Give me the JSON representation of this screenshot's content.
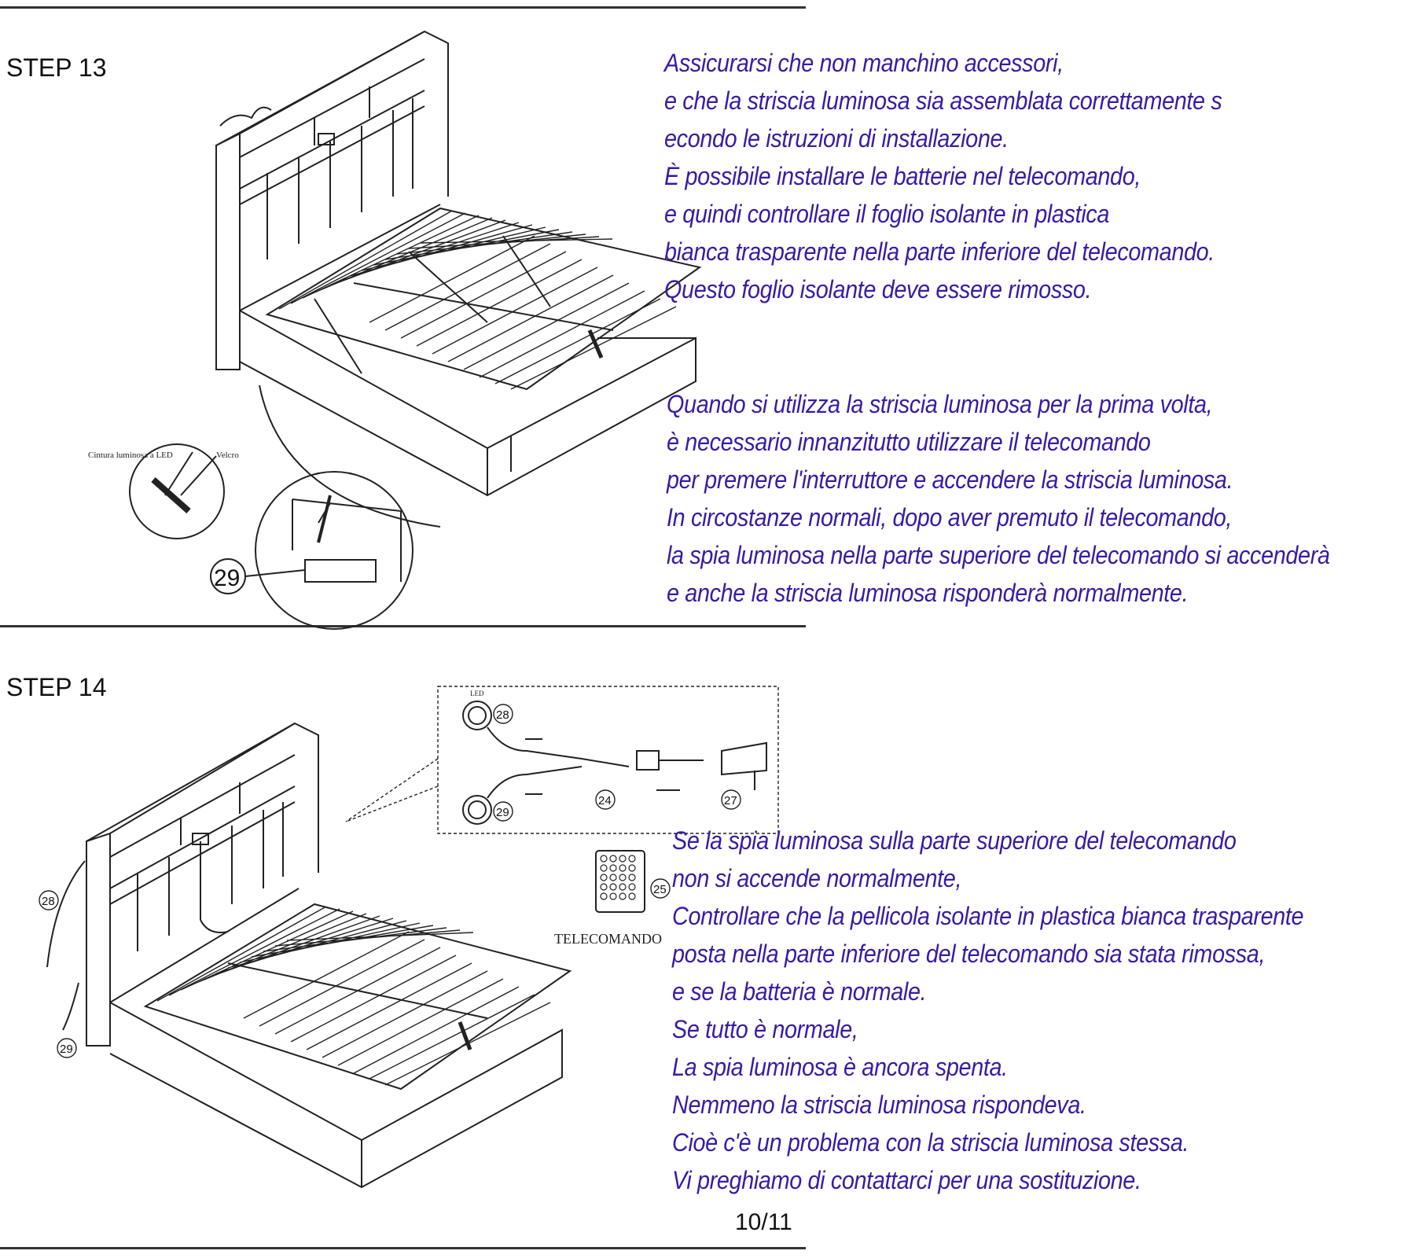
{
  "steps": [
    {
      "title": "STEP 13",
      "labels": {
        "led_belt": "Cintura luminosa a LED",
        "velcro": "Velcro",
        "part": "29"
      },
      "text": [
        "Assicurarsi che non manchino accessori,",
        "e che la striscia luminosa sia assemblata correttamente s",
        "econdo le istruzioni di installazione.",
        "È possibile installare le batterie nel telecomando,",
        "e quindi controllare il foglio isolante in plastica",
        "bianca trasparente nella parte inferiore del telecomando.",
        "Questo foglio isolante deve essere rimosso."
      ],
      "text2": [
        "Quando si utilizza la striscia luminosa per la prima volta,",
        "è necessario innanzitutto utilizzare il telecomando",
        "per premere l'interruttore e accendere la striscia luminosa.",
        "In circostanze normali, dopo aver premuto il telecomando,",
        "la spia luminosa nella parte superiore del telecomando si accenderà",
        "e anche la striscia luminosa risponderà normalmente."
      ]
    },
    {
      "title": "STEP 14",
      "labels": {
        "led": "LED",
        "p28": "28",
        "p29": "29",
        "p24": "24",
        "p27": "27",
        "p25": "25",
        "remote": "TELECOMANDO",
        "bed28": "28",
        "bed29": "29"
      },
      "text": [
        "Se la spia luminosa sulla parte superiore del telecomando",
        "non si accende normalmente,",
        "Controllare che la pellicola isolante in plastica bianca trasparente",
        "posta nella parte inferiore del telecomando sia stata rimossa,",
        "e se la batteria è normale.",
        "Se tutto è normale,",
        "La spia luminosa è ancora spenta.",
        "Nemmeno la striscia luminosa rispondeva.",
        "Cioè c'è un problema con la striscia luminosa stessa.",
        "Vi preghiamo di contattarci per una sostituzione."
      ]
    }
  ],
  "page_number": "10/11",
  "colors": {
    "note_text": "#3a1aa5",
    "rule": "#333333"
  }
}
